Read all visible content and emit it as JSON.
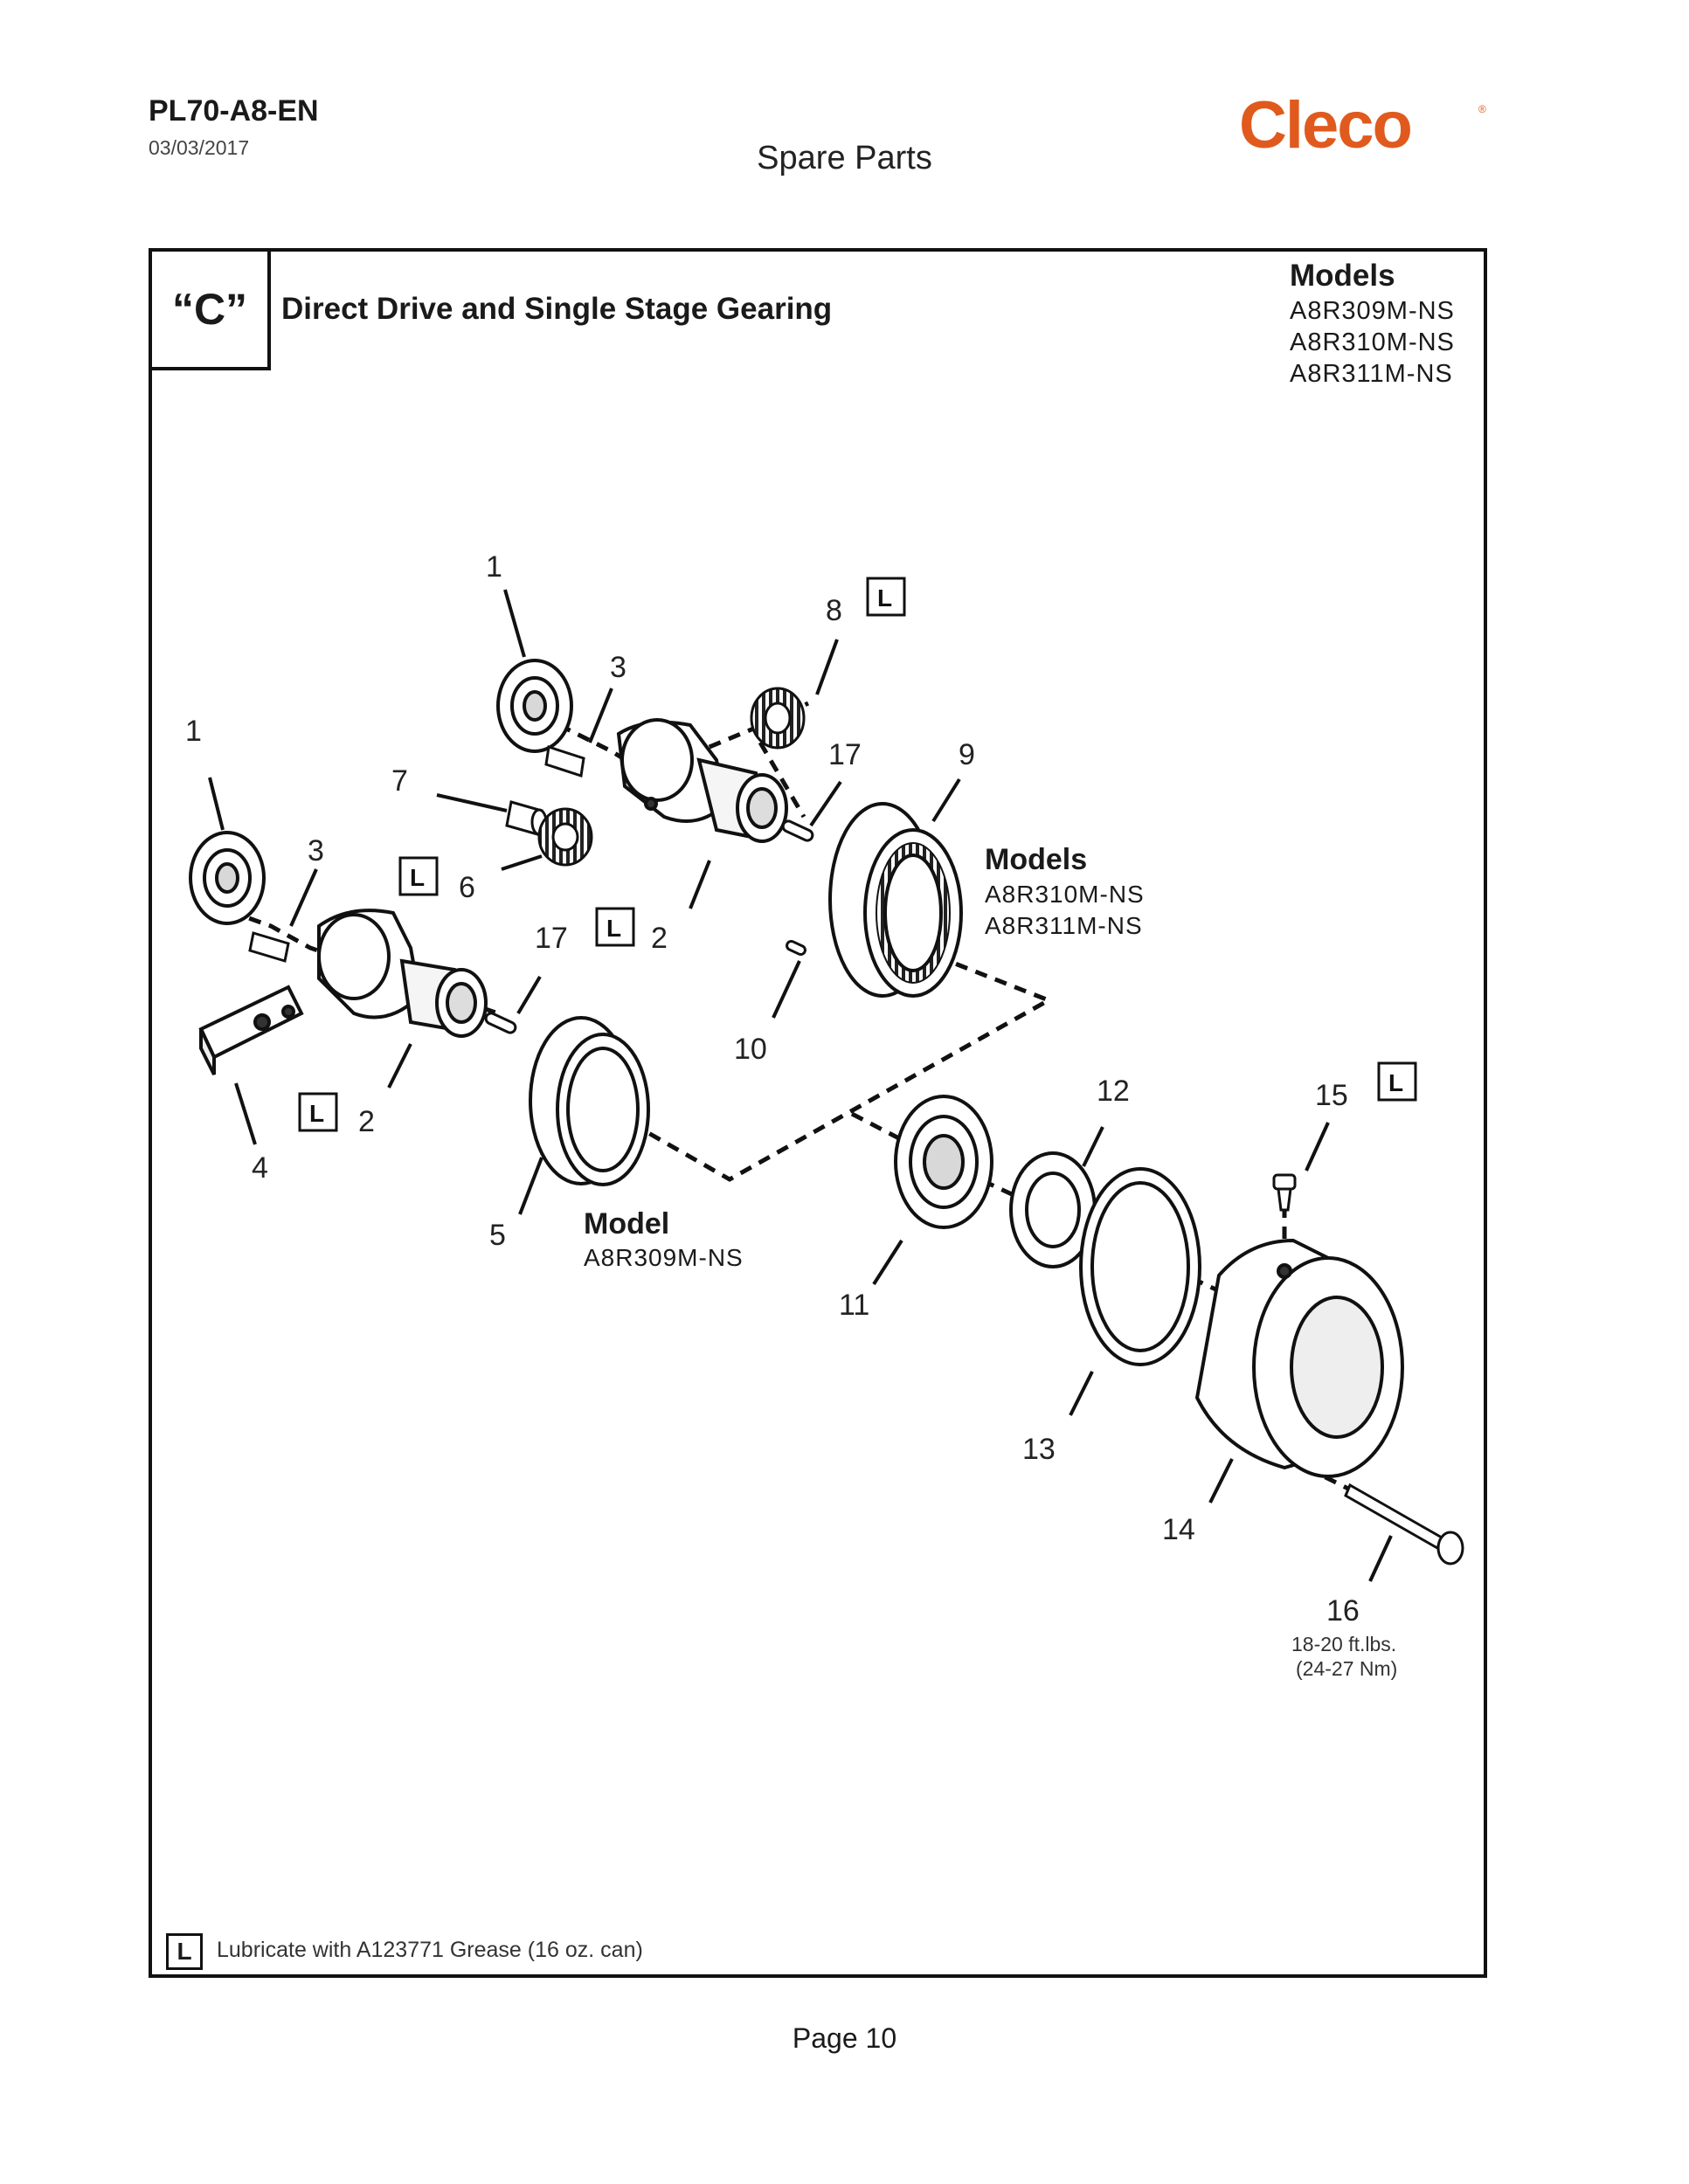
{
  "header": {
    "doc_code": "PL70-A8-EN",
    "date": "03/03/2017",
    "section": "Spare Parts",
    "logo": "Cleco",
    "logo_mark": "®"
  },
  "panel": {
    "tag": "“C”",
    "title": "Direct Drive and Single Stage Gearing",
    "models_heading": "Models",
    "models": [
      "A8R309M-NS",
      "A8R310M-NS",
      "A8R311M-NS"
    ]
  },
  "diagram": {
    "callouts": {
      "c1a": "1",
      "c1b": "1",
      "c3a": "3",
      "c3b": "3",
      "c8": "8",
      "c17a": "17",
      "c17b": "17",
      "c9": "9",
      "c7": "7",
      "c6": "6",
      "c2a": "2",
      "c2b": "2",
      "c10": "10",
      "c4": "4",
      "c5": "5",
      "c11": "11",
      "c12": "12",
      "c13": "13",
      "c14": "14",
      "c15": "15",
      "c16": "16"
    },
    "lube_marker": "L",
    "torque_spec": [
      "18-20 ft.lbs.",
      "(24-27 Nm)"
    ],
    "note_multi": {
      "heading": "Models",
      "lines": [
        "A8R310M-NS",
        "A8R311M-NS"
      ]
    },
    "note_single": {
      "heading": "Model",
      "lines": [
        "A8R309M-NS"
      ]
    }
  },
  "legend": {
    "marker": "L",
    "text": "Lubricate with A123771 Grease (16 oz. can)"
  },
  "footer": {
    "page": "Page 10"
  }
}
